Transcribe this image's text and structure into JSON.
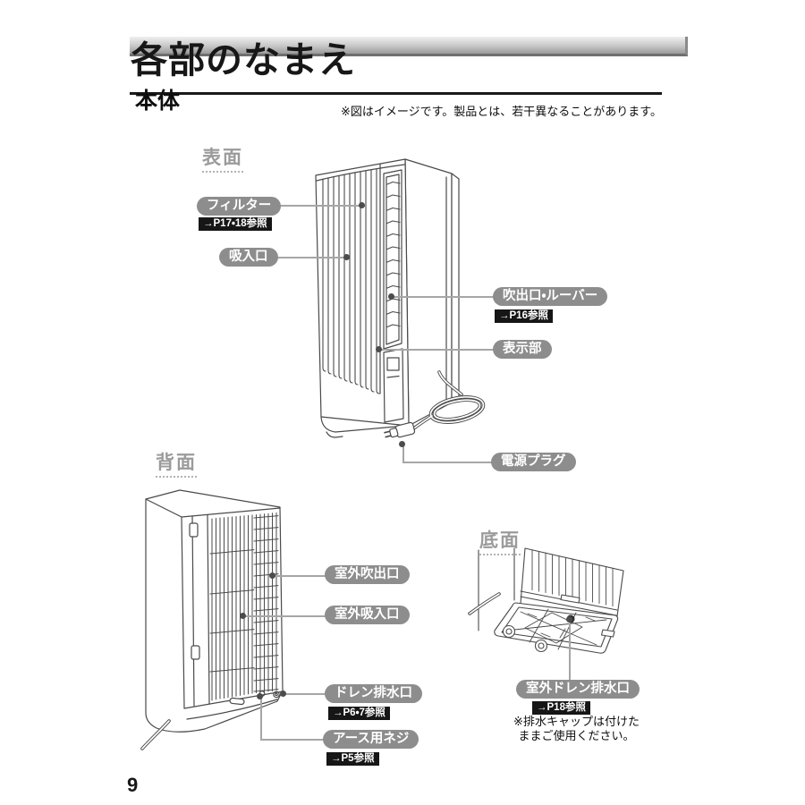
{
  "page": {
    "title": "各部のなまえ",
    "section_heading": "本体",
    "disclaimer": "※図はイメージです。製品とは、若干異なることがあります。",
    "page_number": "9"
  },
  "front": {
    "view_label": "表面",
    "filter": {
      "label": "フィルター",
      "ref": "→P17・18参照"
    },
    "intake": {
      "label": "吸入口"
    },
    "outlet": {
      "label": "吹出口・ルーバー",
      "ref": "→P16参照"
    },
    "display": {
      "label": "表示部"
    },
    "plug": {
      "label": "電源プラグ"
    }
  },
  "back": {
    "view_label": "背面",
    "outdoor_outlet": {
      "label": "室外吹出口"
    },
    "outdoor_intake": {
      "label": "室外吸入口"
    },
    "drain": {
      "label": "ドレン排水口",
      "ref": "→P6・7参照"
    },
    "earth_screw": {
      "label": "アース用ネジ",
      "ref": "→P5参照"
    }
  },
  "bottom": {
    "view_label": "底面",
    "outdoor_drain": {
      "label": "室外ドレン排水口",
      "ref": "→P18参照"
    },
    "note": [
      "※排水キャップは付けた",
      "ままご使用ください。"
    ]
  },
  "colors": {
    "pill_bg": "#8d8d8d",
    "ref_bg": "#161616",
    "view_label_text": "#9b9b9b",
    "leader_line": "#a6a6a6",
    "line_art": "#4a4a4a"
  }
}
